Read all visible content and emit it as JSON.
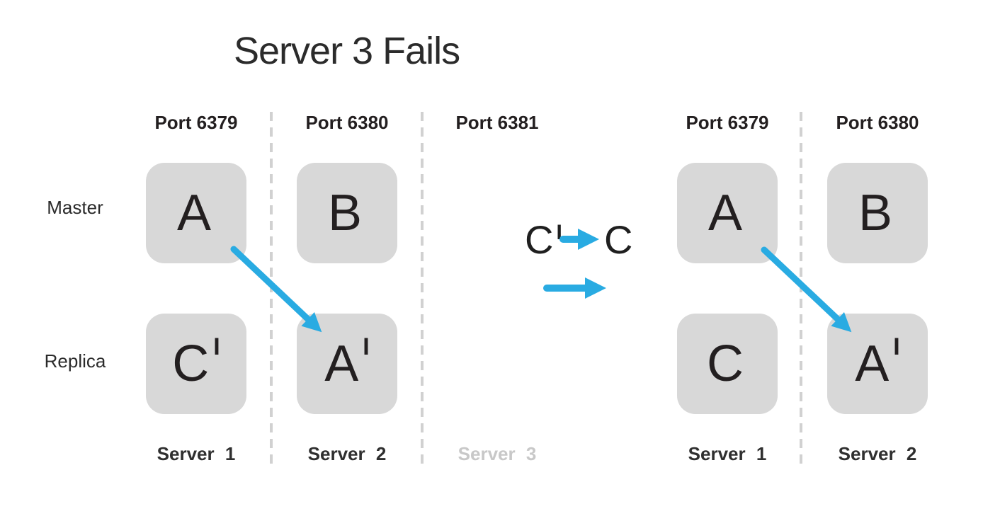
{
  "title": "Server 3 Fails",
  "row_labels": {
    "master": "Master",
    "replica": "Replica"
  },
  "left_diagram": {
    "columns": [
      {
        "port": "Port 6379",
        "server": "Server 1",
        "master": {
          "letter": "A",
          "prime": ""
        },
        "replica": {
          "letter": "C",
          "prime": "I"
        }
      },
      {
        "port": "Port 6380",
        "server": "Server 2",
        "master": {
          "letter": "B",
          "prime": ""
        },
        "replica": {
          "letter": "A",
          "prime": "I"
        }
      },
      {
        "port": "Port 6381",
        "server": "Server 3",
        "server_state": "failed"
      }
    ]
  },
  "right_diagram": {
    "columns": [
      {
        "port": "Port 6379",
        "server": "Server 1",
        "master": {
          "letter": "A",
          "prime": ""
        },
        "replica": {
          "letter": "C",
          "prime": ""
        }
      },
      {
        "port": "Port 6380",
        "server": "Server 2",
        "master": {
          "letter": "B",
          "prime": ""
        },
        "replica": {
          "letter": "A",
          "prime": "I"
        }
      }
    ]
  },
  "annotation": {
    "source_letter": "C",
    "source_prime": "I",
    "target_letter": "C",
    "meaning": "replica C promoted to master C"
  },
  "colors": {
    "accent_blue": "#29abe2",
    "box_gray": "#d8d8d8",
    "divider_gray": "#d1d1d1",
    "text_dark": "#231f20",
    "muted_label_gray": "#c8c8c8"
  }
}
